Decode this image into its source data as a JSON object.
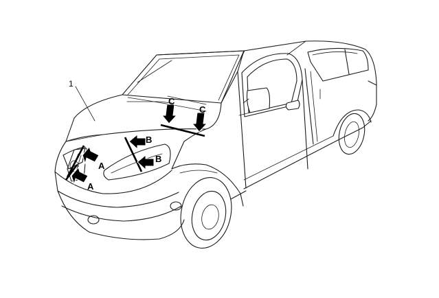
{
  "diagram": {
    "part_number": "1",
    "labels": {
      "a": "A",
      "b": "B",
      "c": "C"
    }
  }
}
